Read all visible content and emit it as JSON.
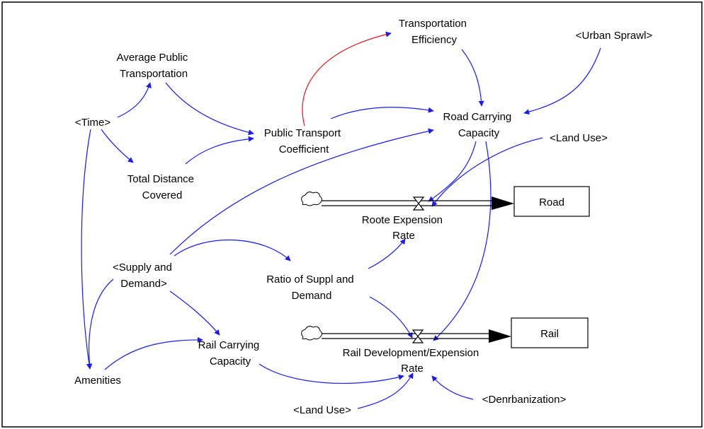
{
  "diagram": {
    "colors": {
      "link": "#1b1bf0",
      "link_highlight": "#e8141a",
      "stock_flow": "#000000",
      "border": "#000000",
      "background": "#ffffff"
    },
    "nodes": {
      "transportation_efficiency": [
        "Transportation",
        "Efficiency"
      ],
      "urban_sprawl": [
        "<Urban Sprawl>"
      ],
      "average_public_transportation": [
        "Average Public",
        "Transportation"
      ],
      "time": [
        "<Time>"
      ],
      "public_transport_coefficient": [
        "Public Transport",
        "Coefficient"
      ],
      "road_carrying_capacity": [
        "Road Carrying",
        "Capacity"
      ],
      "land_use_top": [
        "<Land Use>"
      ],
      "total_distance_covered": [
        "Total Distance",
        "Covered"
      ],
      "road_stock": [
        "Road"
      ],
      "roote_expension_rate": [
        "Roote Expension",
        "Rate"
      ],
      "supply_and_demand": [
        "<Supply and",
        "Demand>"
      ],
      "ratio_of_suppl_and_demand": [
        "Ratio of Suppl and",
        "Demand"
      ],
      "rail_stock": [
        "Rail"
      ],
      "rail_carrying_capacity": [
        "Rail Carrying",
        "Capacity"
      ],
      "rail_development_expension_rate": [
        "Rail Development/Expension",
        "Rate"
      ],
      "amenities": [
        "Amenities"
      ],
      "land_use_bottom": [
        "<Land Use>"
      ],
      "denrbanization": [
        "<Denrbanization>"
      ]
    },
    "links": [
      {
        "from": "time",
        "to": "average_public_transportation"
      },
      {
        "from": "average_public_transportation",
        "to": "public_transport_coefficient"
      },
      {
        "from": "time",
        "to": "total_distance_covered"
      },
      {
        "from": "total_distance_covered",
        "to": "public_transport_coefficient"
      },
      {
        "from": "time",
        "to": "amenities"
      },
      {
        "from": "public_transport_coefficient",
        "to": "transportation_efficiency",
        "highlight": true
      },
      {
        "from": "public_transport_coefficient",
        "to": "road_carrying_capacity"
      },
      {
        "from": "transportation_efficiency",
        "to": "road_carrying_capacity"
      },
      {
        "from": "urban_sprawl",
        "to": "road_carrying_capacity"
      },
      {
        "from": "supply_and_demand",
        "to": "road_carrying_capacity"
      },
      {
        "from": "road_carrying_capacity",
        "to": "roote_expension_rate"
      },
      {
        "from": "land_use_top",
        "to": "roote_expension_rate"
      },
      {
        "from": "road_carrying_capacity",
        "to": "rail_development_expension_rate"
      },
      {
        "from": "supply_and_demand",
        "to": "ratio_of_suppl_and_demand"
      },
      {
        "from": "ratio_of_suppl_and_demand",
        "to": "roote_expension_rate"
      },
      {
        "from": "ratio_of_suppl_and_demand",
        "to": "rail_development_expension_rate"
      },
      {
        "from": "supply_and_demand",
        "to": "rail_carrying_capacity"
      },
      {
        "from": "supply_and_demand",
        "to": "amenities"
      },
      {
        "from": "amenities",
        "to": "rail_carrying_capacity"
      },
      {
        "from": "rail_carrying_capacity",
        "to": "rail_development_expension_rate"
      },
      {
        "from": "land_use_bottom",
        "to": "rail_development_expension_rate"
      },
      {
        "from": "denrbanization",
        "to": "rail_development_expension_rate"
      }
    ],
    "flows": [
      {
        "from": "cloud",
        "to": "road_stock",
        "rate": "roote_expension_rate"
      },
      {
        "from": "cloud",
        "to": "rail_stock",
        "rate": "rail_development_expension_rate"
      }
    ]
  }
}
